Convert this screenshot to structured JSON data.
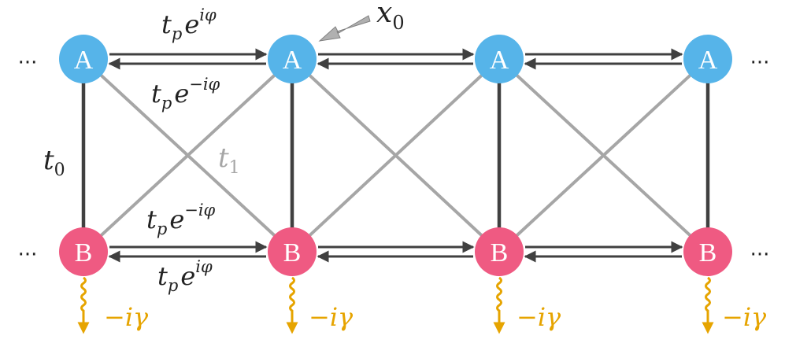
{
  "colors": {
    "site_a": "#56b4e9",
    "site_b": "#ef5a82",
    "bond_dark": "#404040",
    "bond_light": "#a6a6a6",
    "loss": "#e6a400",
    "pointer": "#b0b0b0",
    "text_dark": "#222222",
    "text_light": "#a6a6a6"
  },
  "lattice": {
    "site_a_label": "A",
    "site_b_label": "B",
    "ellipsis": "···",
    "columns": 4
  },
  "labels": {
    "forward_top_base": "t",
    "forward_top_sub": "p",
    "forward_top_exp": "e",
    "forward_top_sup": "iφ",
    "backward_top_base": "t",
    "backward_top_sub": "p",
    "backward_top_exp": "e",
    "backward_top_sup": "−iφ",
    "forward_bottom_base": "t",
    "forward_bottom_sub": "p",
    "forward_bottom_exp": "e",
    "forward_bottom_sup": "−iφ",
    "backward_bottom_base": "t",
    "backward_bottom_sub": "p",
    "backward_bottom_exp": "e",
    "backward_bottom_sup": "iφ",
    "vertical_base": "t",
    "vertical_sub": "0",
    "diagonal_base": "t",
    "diagonal_sub": "1",
    "origin_base": "x",
    "origin_sub": "0",
    "loss_label": "−iγ"
  }
}
